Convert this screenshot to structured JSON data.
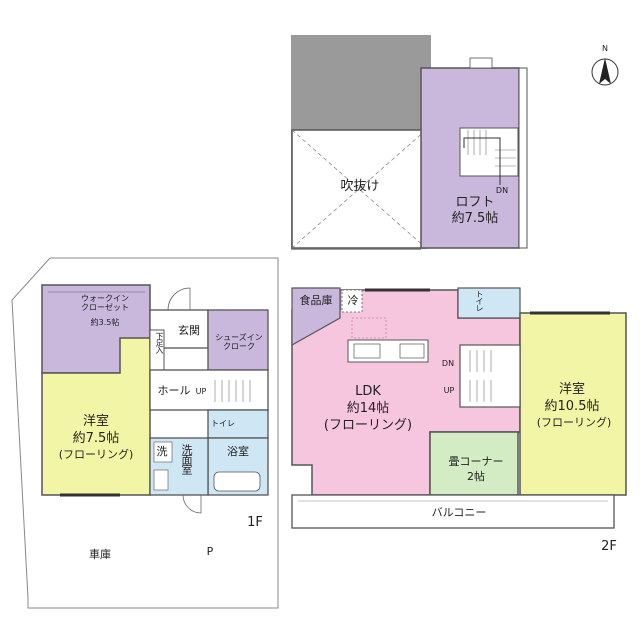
{
  "floor_1": {
    "label": "1F",
    "rooms": {
      "walk_in_closet": {
        "name": "ウォークイン\nクローゼット",
        "size": "約3.5帖"
      },
      "western_room": {
        "name": "洋室",
        "size": "約7.5帖",
        "floor": "(フローリング)"
      },
      "shoe_rack": "下足入",
      "entrance": "玄関",
      "shoe_in_cloak": "シューズイン\nクローク",
      "hall": "ホール",
      "stairs_up": "UP",
      "toilet": "トイレ",
      "washing_machine": "洗",
      "washroom": "洗面室",
      "bathroom": "浴室"
    },
    "garage": "車庫",
    "parking": "P"
  },
  "floor_2": {
    "label": "2F",
    "rooms": {
      "pantry": "食品庫",
      "fridge": "冷",
      "toilet": "トイレ",
      "ldk": {
        "name": "LDK",
        "size": "約14帖",
        "floor": "(フローリング)"
      },
      "stairs_down": "DN",
      "stairs_up": "UP",
      "tatami_corner": {
        "name": "畳コーナー",
        "size": "2帖"
      },
      "western_room": {
        "name": "洋室",
        "size": "約10.5帖",
        "floor": "(フローリング)"
      },
      "balcony": "バルコニー"
    }
  },
  "loft_level": {
    "void": "吹抜け",
    "loft": {
      "name": "ロフト",
      "size": "約7.5帖"
    },
    "stairs_down": "DN"
  },
  "compass": {
    "label": "N"
  },
  "colors": {
    "closet": "#c9b7dc",
    "yellow_room": "#f3f5a6",
    "ldk": "#f6c6de",
    "tatami": "#d4ecc4",
    "blue_room": "#cfe6f4",
    "dark_roof": "#9a9a9a",
    "wall": "#555555"
  }
}
